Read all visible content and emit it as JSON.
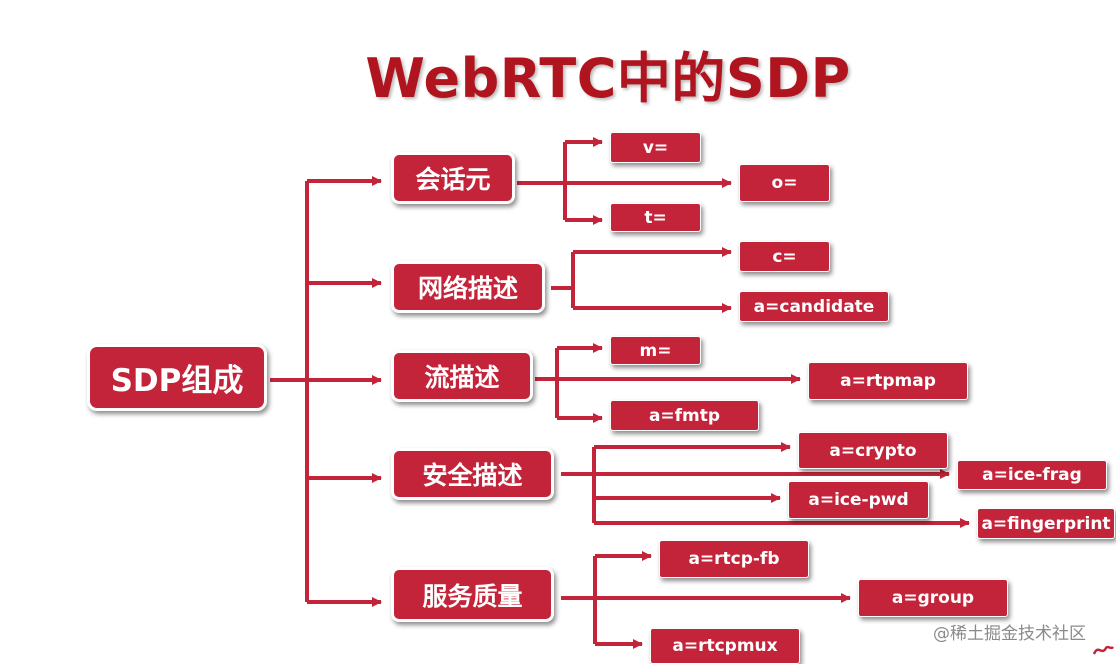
{
  "title": "WebRTC中的SDP",
  "root": "SDP组成",
  "categories": [
    {
      "label": "会话元",
      "children": [
        "v=",
        "o=",
        "t="
      ]
    },
    {
      "label": "网络描述",
      "children": [
        "c=",
        "a=candidate"
      ]
    },
    {
      "label": "流描述",
      "children": [
        "m=",
        "a=rtpmap",
        "a=fmtp"
      ]
    },
    {
      "label": "安全描述",
      "children": [
        "a=crypto",
        "a=ice-frag",
        "a=ice-pwd",
        "a=fingerprint"
      ]
    },
    {
      "label": "服务质量",
      "children": [
        "a=rtcp-fb",
        "a=group",
        "a=rtcpmux"
      ]
    }
  ],
  "watermark": "@稀土掘金技术社区",
  "colors": {
    "title": "#b0141e",
    "box": "#c4243a",
    "line": "#c4243a"
  }
}
